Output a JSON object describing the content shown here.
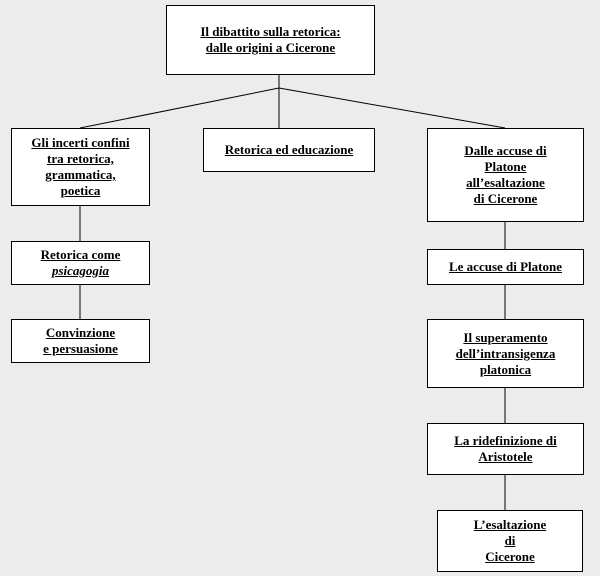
{
  "diagram": {
    "root": {
      "line1": "Il dibattito sulla retorica:",
      "line2": "dalle origini a Cicerone"
    },
    "left_branch": {
      "title": {
        "line1": "Gli incerti confini",
        "line2": "tra retorica,",
        "line3": "grammatica,",
        "line4": "poetica"
      },
      "child1": {
        "line1": "Retorica come",
        "line2": "psicagogia"
      },
      "child2": {
        "line1": "Convinzione",
        "line2": "e persuasione"
      }
    },
    "middle_branch": {
      "title": "Retorica ed educazione"
    },
    "right_branch": {
      "title": {
        "line1": "Dalle accuse di",
        "line2": "Platone",
        "line3": "all’esaltazione",
        "line4": "di Cicerone"
      },
      "child1": "Le accuse di Platone",
      "child2": {
        "line1": "Il superamento",
        "line2": "dell’intransigenza",
        "line3": "platonica"
      },
      "child3": {
        "line1": "La ridefinizione di",
        "line2": "Aristotele"
      },
      "child4": {
        "line1": "L’esaltazione",
        "line2": "di",
        "line3": "Cicerone"
      }
    }
  }
}
